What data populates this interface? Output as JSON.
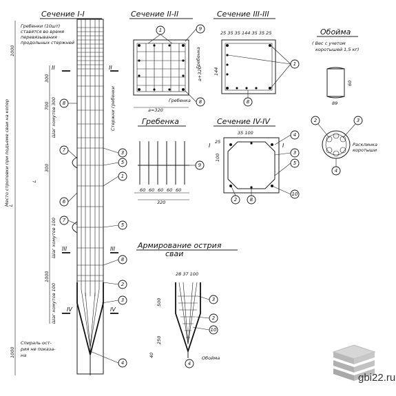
{
  "sections": {
    "s1": "Сечение I-I",
    "s2": "Сечение II-II",
    "s3": "Сечение III-III",
    "s4": "Сечение IV-IV",
    "obojma": "Обойма",
    "obojma_note": "( Вес с учетом коротышей 1,5 кг)",
    "grebenka": "Гребенка",
    "tip": "Армирование острия сваи"
  },
  "notes": {
    "grebenka_note": "Гребенки (10шт) ставятся во время перевязывания продольных стержней",
    "mesto_strop": "Место строповки при подъеме сваи на копер",
    "spiral": "Спираль острия не показана",
    "sterzhni": "Стержни гребенки",
    "rasklinka": "Расклинка коротыши",
    "grebenka_label": "Гребенка",
    "obojma_label": "Обойма",
    "shag_300": "Шаг хомутов 300",
    "shag_100a": "Шаг хомутов 100",
    "shag_100b": "Шаг хомутов 100"
  },
  "dims": {
    "d1000a": "1000",
    "d1000b": "1000",
    "d700": "700",
    "d300": "300",
    "dL": "L",
    "d100": "100",
    "d1000c": "1000",
    "d320a": "a+320",
    "d320b": "a=320",
    "d60a": "60",
    "d60b": "60",
    "d60c": "60",
    "d60d": "60",
    "d60e": "60",
    "d320c": "320",
    "d25a": "25",
    "d100b": "100",
    "d25b": "25",
    "d144a": "144",
    "d144b": "144",
    "d89": "89",
    "d60f": "60",
    "d28_37": "28 37 100",
    "d500": "500",
    "d250": "250",
    "d100c": "100",
    "d40": "40"
  },
  "callouts": [
    "1",
    "2",
    "3",
    "4",
    "5",
    "6",
    "7",
    "8",
    "9",
    "10"
  ],
  "roman": {
    "i": "I",
    "ii": "II",
    "iii": "III",
    "iv": "IV"
  },
  "watermark": "gbi22.ru"
}
